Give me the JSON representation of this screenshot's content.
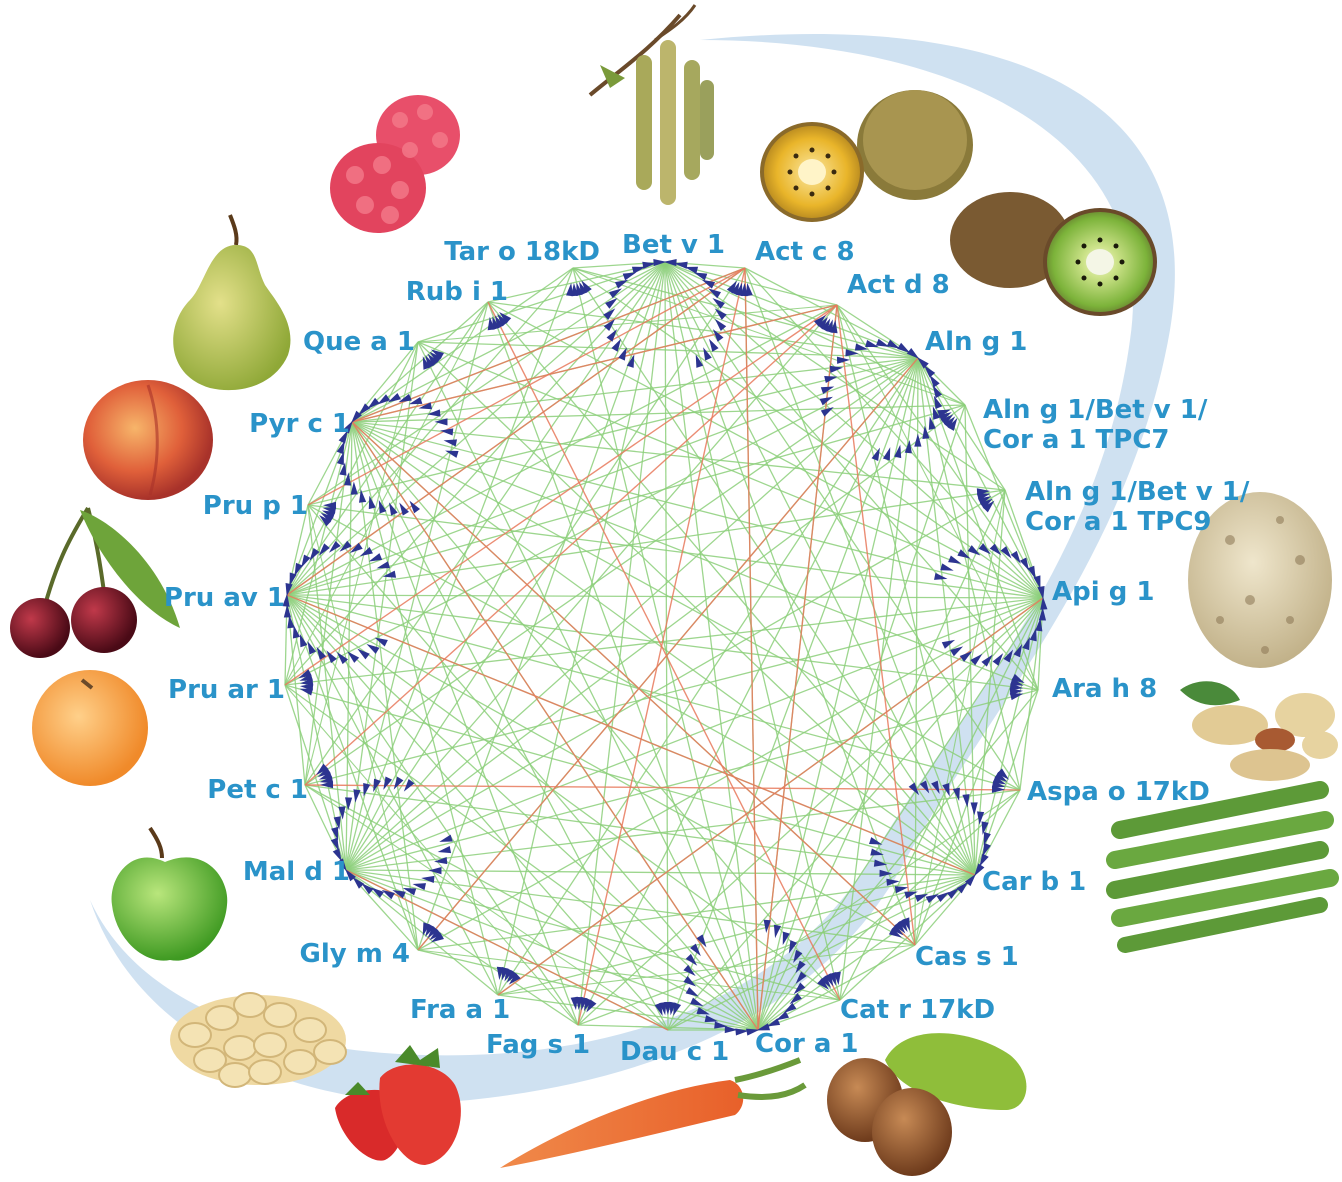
{
  "diagram": {
    "nodes": [
      {
        "id": "bet-v-1",
        "label": "Bet v 1"
      },
      {
        "id": "act-c-8",
        "label": "Act c 8"
      },
      {
        "id": "act-d-8",
        "label": "Act d 8"
      },
      {
        "id": "aln-g-1",
        "label": "Aln g 1"
      },
      {
        "id": "aln-tpc7",
        "label": [
          "Aln g 1/Bet v 1/",
          "Cor a 1 TPC7"
        ]
      },
      {
        "id": "aln-tpc9",
        "label": [
          "Aln g 1/Bet v 1/",
          "Cor a 1 TPC9"
        ]
      },
      {
        "id": "api-g-1",
        "label": "Api g 1"
      },
      {
        "id": "ara-h-8",
        "label": "Ara h 8"
      },
      {
        "id": "aspa-o-17kd",
        "label": "Aspa o 17kD"
      },
      {
        "id": "car-b-1",
        "label": "Car b 1"
      },
      {
        "id": "cas-s-1",
        "label": "Cas s 1"
      },
      {
        "id": "cat-r-17kd",
        "label": "Cat r 17kD"
      },
      {
        "id": "cor-a-1",
        "label": "Cor a 1"
      },
      {
        "id": "dau-c-1",
        "label": "Dau c 1"
      },
      {
        "id": "fag-s-1",
        "label": "Fag s 1"
      },
      {
        "id": "fra-a-1",
        "label": "Fra a 1"
      },
      {
        "id": "gly-m-4",
        "label": "Gly m 4"
      },
      {
        "id": "mal-d-1",
        "label": "Mal d 1"
      },
      {
        "id": "pet-c-1",
        "label": "Pet c 1"
      },
      {
        "id": "pru-ar-1",
        "label": "Pru ar 1"
      },
      {
        "id": "pru-av-1",
        "label": "Pru av 1"
      },
      {
        "id": "pru-p-1",
        "label": "Pru p 1"
      },
      {
        "id": "pyr-c-1",
        "label": "Pyr c 1"
      },
      {
        "id": "que-a-1",
        "label": "Que a 1"
      },
      {
        "id": "rub-i-1",
        "label": "Rub i 1"
      },
      {
        "id": "tar-o-18kd",
        "label": "Tar o 18kD"
      }
    ],
    "hubs": [
      "bet-v-1",
      "aln-g-1",
      "api-g-1",
      "car-b-1",
      "cor-a-1",
      "mal-d-1",
      "pru-av-1",
      "pyr-c-1"
    ],
    "red_links": [
      [
        "act-c-8",
        "pyr-c-1"
      ],
      [
        "act-c-8",
        "pru-p-1"
      ],
      [
        "act-c-8",
        "pru-av-1"
      ],
      [
        "act-c-8",
        "cor-a-1"
      ],
      [
        "act-c-8",
        "fag-s-1"
      ],
      [
        "act-d-8",
        "pyr-c-1"
      ],
      [
        "act-d-8",
        "pru-ar-1"
      ],
      [
        "act-d-8",
        "cor-a-1"
      ],
      [
        "act-d-8",
        "cas-s-1"
      ],
      [
        "act-d-8",
        "pet-c-1"
      ],
      [
        "pyr-c-1",
        "cor-a-1"
      ],
      [
        "pyr-c-1",
        "cas-s-1"
      ],
      [
        "pet-c-1",
        "aspa-o-17kd"
      ],
      [
        "mal-d-1",
        "dau-c-1"
      ],
      [
        "api-g-1",
        "fra-a-1"
      ],
      [
        "aln-g-1",
        "gly-m-4"
      ],
      [
        "pru-av-1",
        "car-b-1"
      ],
      [
        "rub-i-1",
        "cat-r-17kd"
      ]
    ],
    "colors": {
      "label": "#2a93c9",
      "green_edge": "#8ccf7a",
      "red_edge": "#e8795c",
      "arrow": "#2c3490",
      "swoosh": "#c7dcef"
    },
    "food_icons": [
      "birch-catkin-icon",
      "gold-kiwi-icon",
      "green-kiwi-icon",
      "raspberry-icon",
      "pear-icon",
      "peach-icon",
      "cherry-icon",
      "apricot-icon",
      "green-apple-icon",
      "soybean-icon",
      "strawberry-icon",
      "carrot-icon",
      "hazelnut-icon",
      "celeriac-icon",
      "peanut-icon",
      "asparagus-icon"
    ]
  }
}
